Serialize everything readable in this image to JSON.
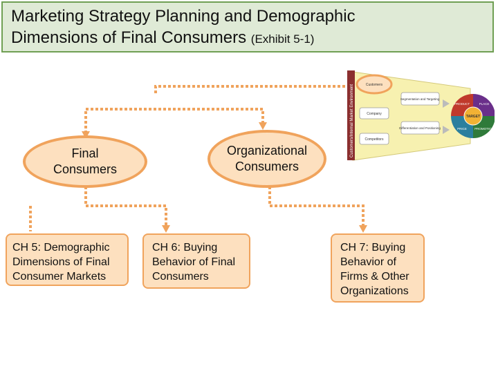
{
  "title": {
    "line1": "Marketing Strategy Planning and Demographic",
    "line2": "Dimensions of Final Consumers",
    "exhibit": "(Exhibit 5-1)"
  },
  "nodes": {
    "final_consumers": "Final\nConsumers",
    "organizational_consumers": "Organizational\nConsumers",
    "ch5": "CH 5: Demographic Dimensions of Final Consumer Markets",
    "ch6": "CH 6:  Buying Behavior of Final Consumers",
    "ch7": "CH 7: Buying Behavior of Firms & Other Organizations"
  },
  "framework_graphic": {
    "side_label": "Customers/Internal Market Environment",
    "left_items": [
      "Customers",
      "Company",
      "Competitors"
    ],
    "middle_items": [
      "Segmentation and Targeting",
      "Differentiation and Positioning"
    ],
    "wheel_center": "TARGET",
    "wheel_segments": [
      "PRODUCT",
      "PLACE",
      "PROMOTION",
      "PRICE"
    ]
  },
  "colors": {
    "node_fill": "#fde0bf",
    "node_border": "#f0a35c",
    "title_fill": "#dfead6",
    "title_border": "#6f9f53"
  }
}
